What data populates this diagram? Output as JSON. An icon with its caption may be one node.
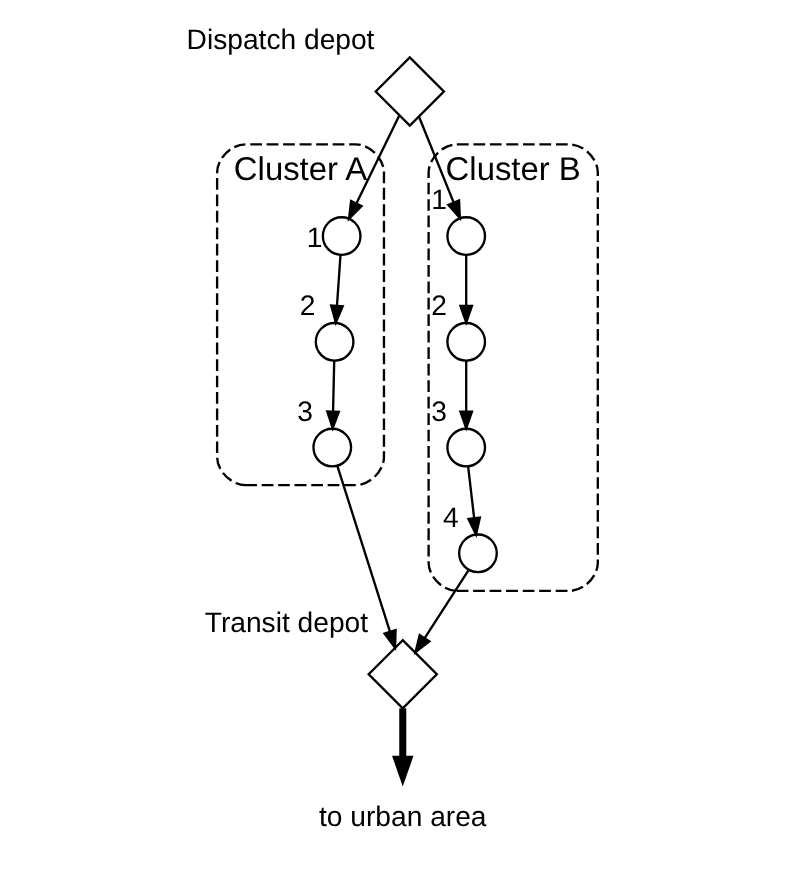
{
  "diagram": {
    "nodes": [
      {
        "text": [
          "Cluster A"
        ]
      },
      {
        "text": [],
        "shape": "circle",
        "beside": [
          "1"
        ],
        "in": 0
      },
      {
        "text": [],
        "shape": "circle",
        "beside": [
          "2"
        ],
        "in": 0
      },
      {
        "text": [],
        "shape": "circle",
        "beside": [
          "3"
        ],
        "in": 0
      },
      {
        "text": [],
        "shape": "diamond",
        "beside": [
          "Dispatch depot"
        ]
      },
      {
        "text": [
          "Cluster B"
        ]
      },
      {
        "text": [],
        "shape": "circle",
        "beside": [
          "1"
        ],
        "in": 5
      },
      {
        "text": [],
        "shape": "circle",
        "beside": [
          "2"
        ],
        "in": 5
      },
      {
        "text": [],
        "shape": "circle",
        "beside": [
          "3"
        ],
        "in": 5
      },
      {
        "text": [],
        "shape": "circle",
        "beside": [
          "4"
        ],
        "in": 5
      },
      {
        "text": [],
        "shape": "diamond",
        "beside": [
          "Transit depot"
        ]
      },
      {
        "text": [
          "to urban area"
        ]
      }
    ],
    "edges": [
      {
        "from": 4,
        "to": 1,
        "arrow": "to"
      },
      {
        "from": 1,
        "to": 2,
        "arrow": "to"
      },
      {
        "from": 2,
        "to": 3,
        "arrow": "to"
      },
      {
        "from": 3,
        "to": 10,
        "arrow": "to"
      },
      {
        "from": 4,
        "to": 6,
        "arrow": "to"
      },
      {
        "from": 6,
        "to": 7,
        "arrow": "to"
      },
      {
        "from": 7,
        "to": 8,
        "arrow": "to"
      },
      {
        "from": 8,
        "to": 9,
        "arrow": "to"
      },
      {
        "from": 9,
        "to": 10,
        "arrow": "to"
      },
      {
        "from": 10,
        "to": 11,
        "arrow": "to",
        "style": "thick"
      }
    ]
  }
}
